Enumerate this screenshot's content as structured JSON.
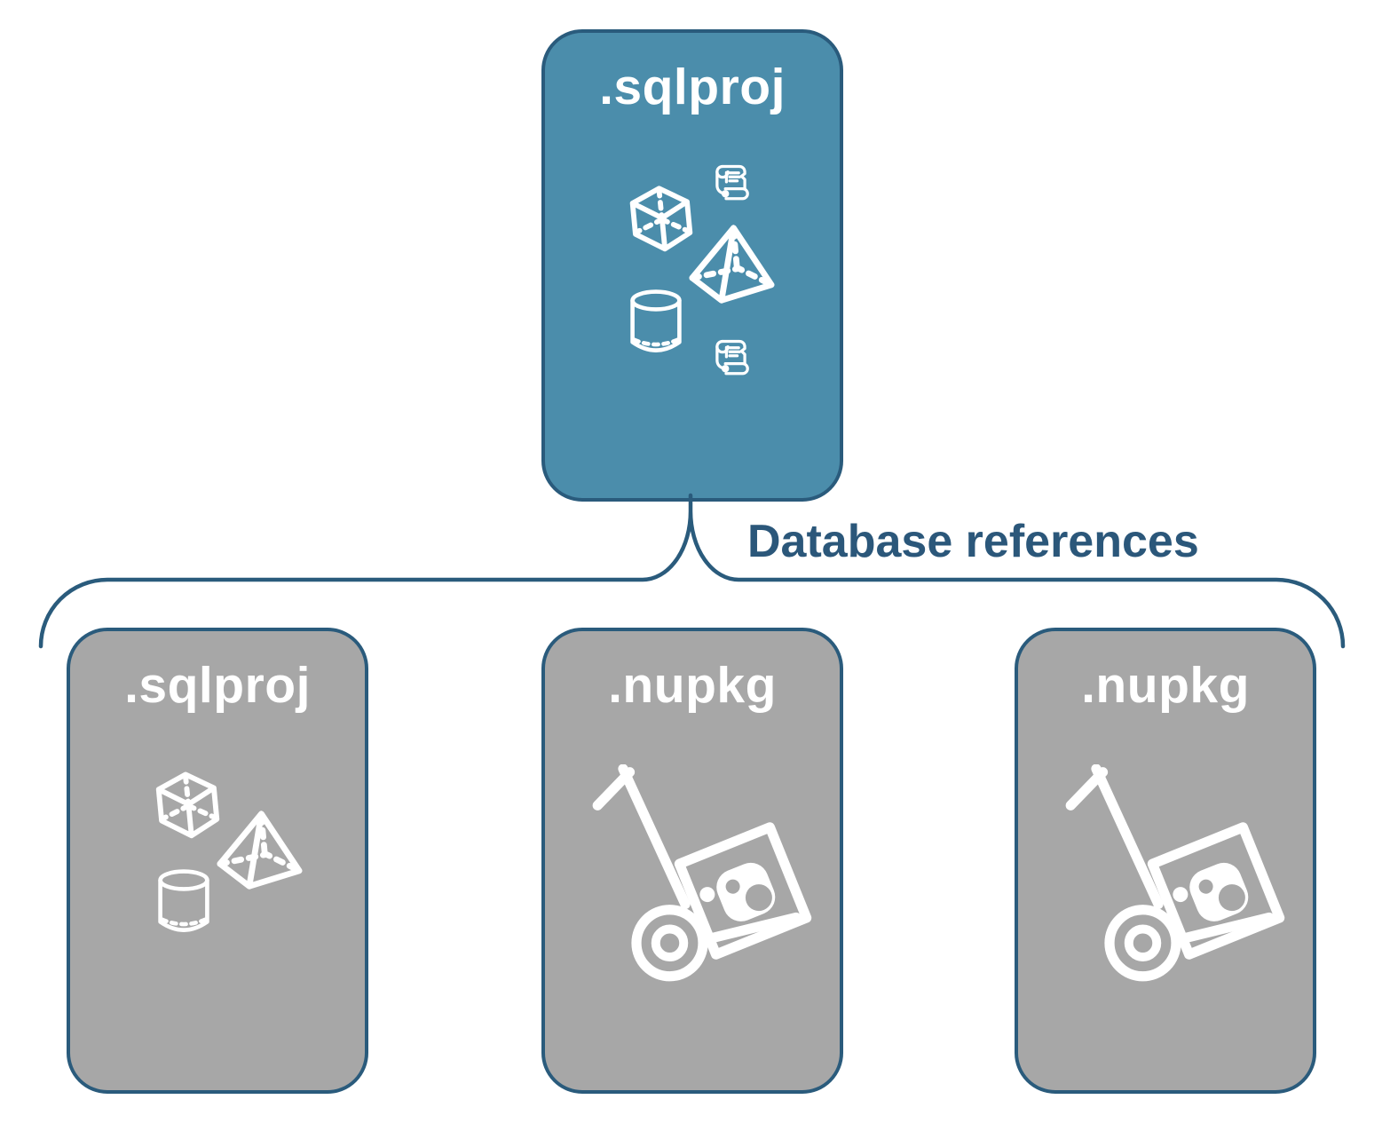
{
  "colors": {
    "canvas-bg": "#FFFFFF",
    "teal-fill": "#4B8DAB",
    "gray-fill": "#A7A7A7",
    "navy": "#2A5B7C",
    "label-text": "#2B577A",
    "white": "#FFFFFF"
  },
  "root_box": {
    "label": ".sqlproj",
    "icons": [
      "cube-icon",
      "script-scroll-icon",
      "pyramid-icon",
      "cylinder-icon",
      "script-scroll-icon"
    ]
  },
  "connector": {
    "label": "Database references"
  },
  "child_boxes": [
    {
      "label": ".sqlproj",
      "icons": [
        "cube-icon",
        "pyramid-icon",
        "cylinder-icon"
      ]
    },
    {
      "label": ".nupkg",
      "icons": [
        "nuget-hand-truck-icon"
      ]
    },
    {
      "label": ".nupkg",
      "icons": [
        "nuget-hand-truck-icon"
      ]
    }
  ]
}
